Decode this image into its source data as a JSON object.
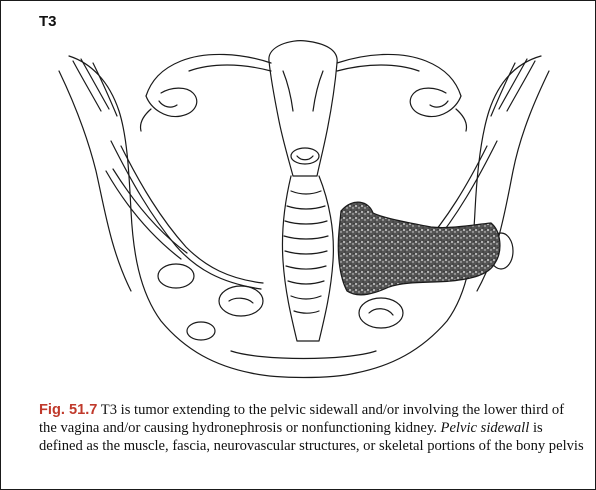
{
  "figure": {
    "panel_label": "T3",
    "fig_label": "Fig. 51.7",
    "caption_part1": "T3 is tumor extending to the pelvic sidewall and/or involving the lower third of the vagina and/or causing hydronephrosis or nonfunctioning kidney.",
    "caption_italic": "Pelvic sidewall",
    "caption_part2": "is defined as the muscle, fascia, neurovascular structures, or skeletal portions of the bony pelvis"
  },
  "colors": {
    "fig_label": "#c0392b",
    "line": "#1a1a1a",
    "tumor": "#2b2b2b"
  }
}
